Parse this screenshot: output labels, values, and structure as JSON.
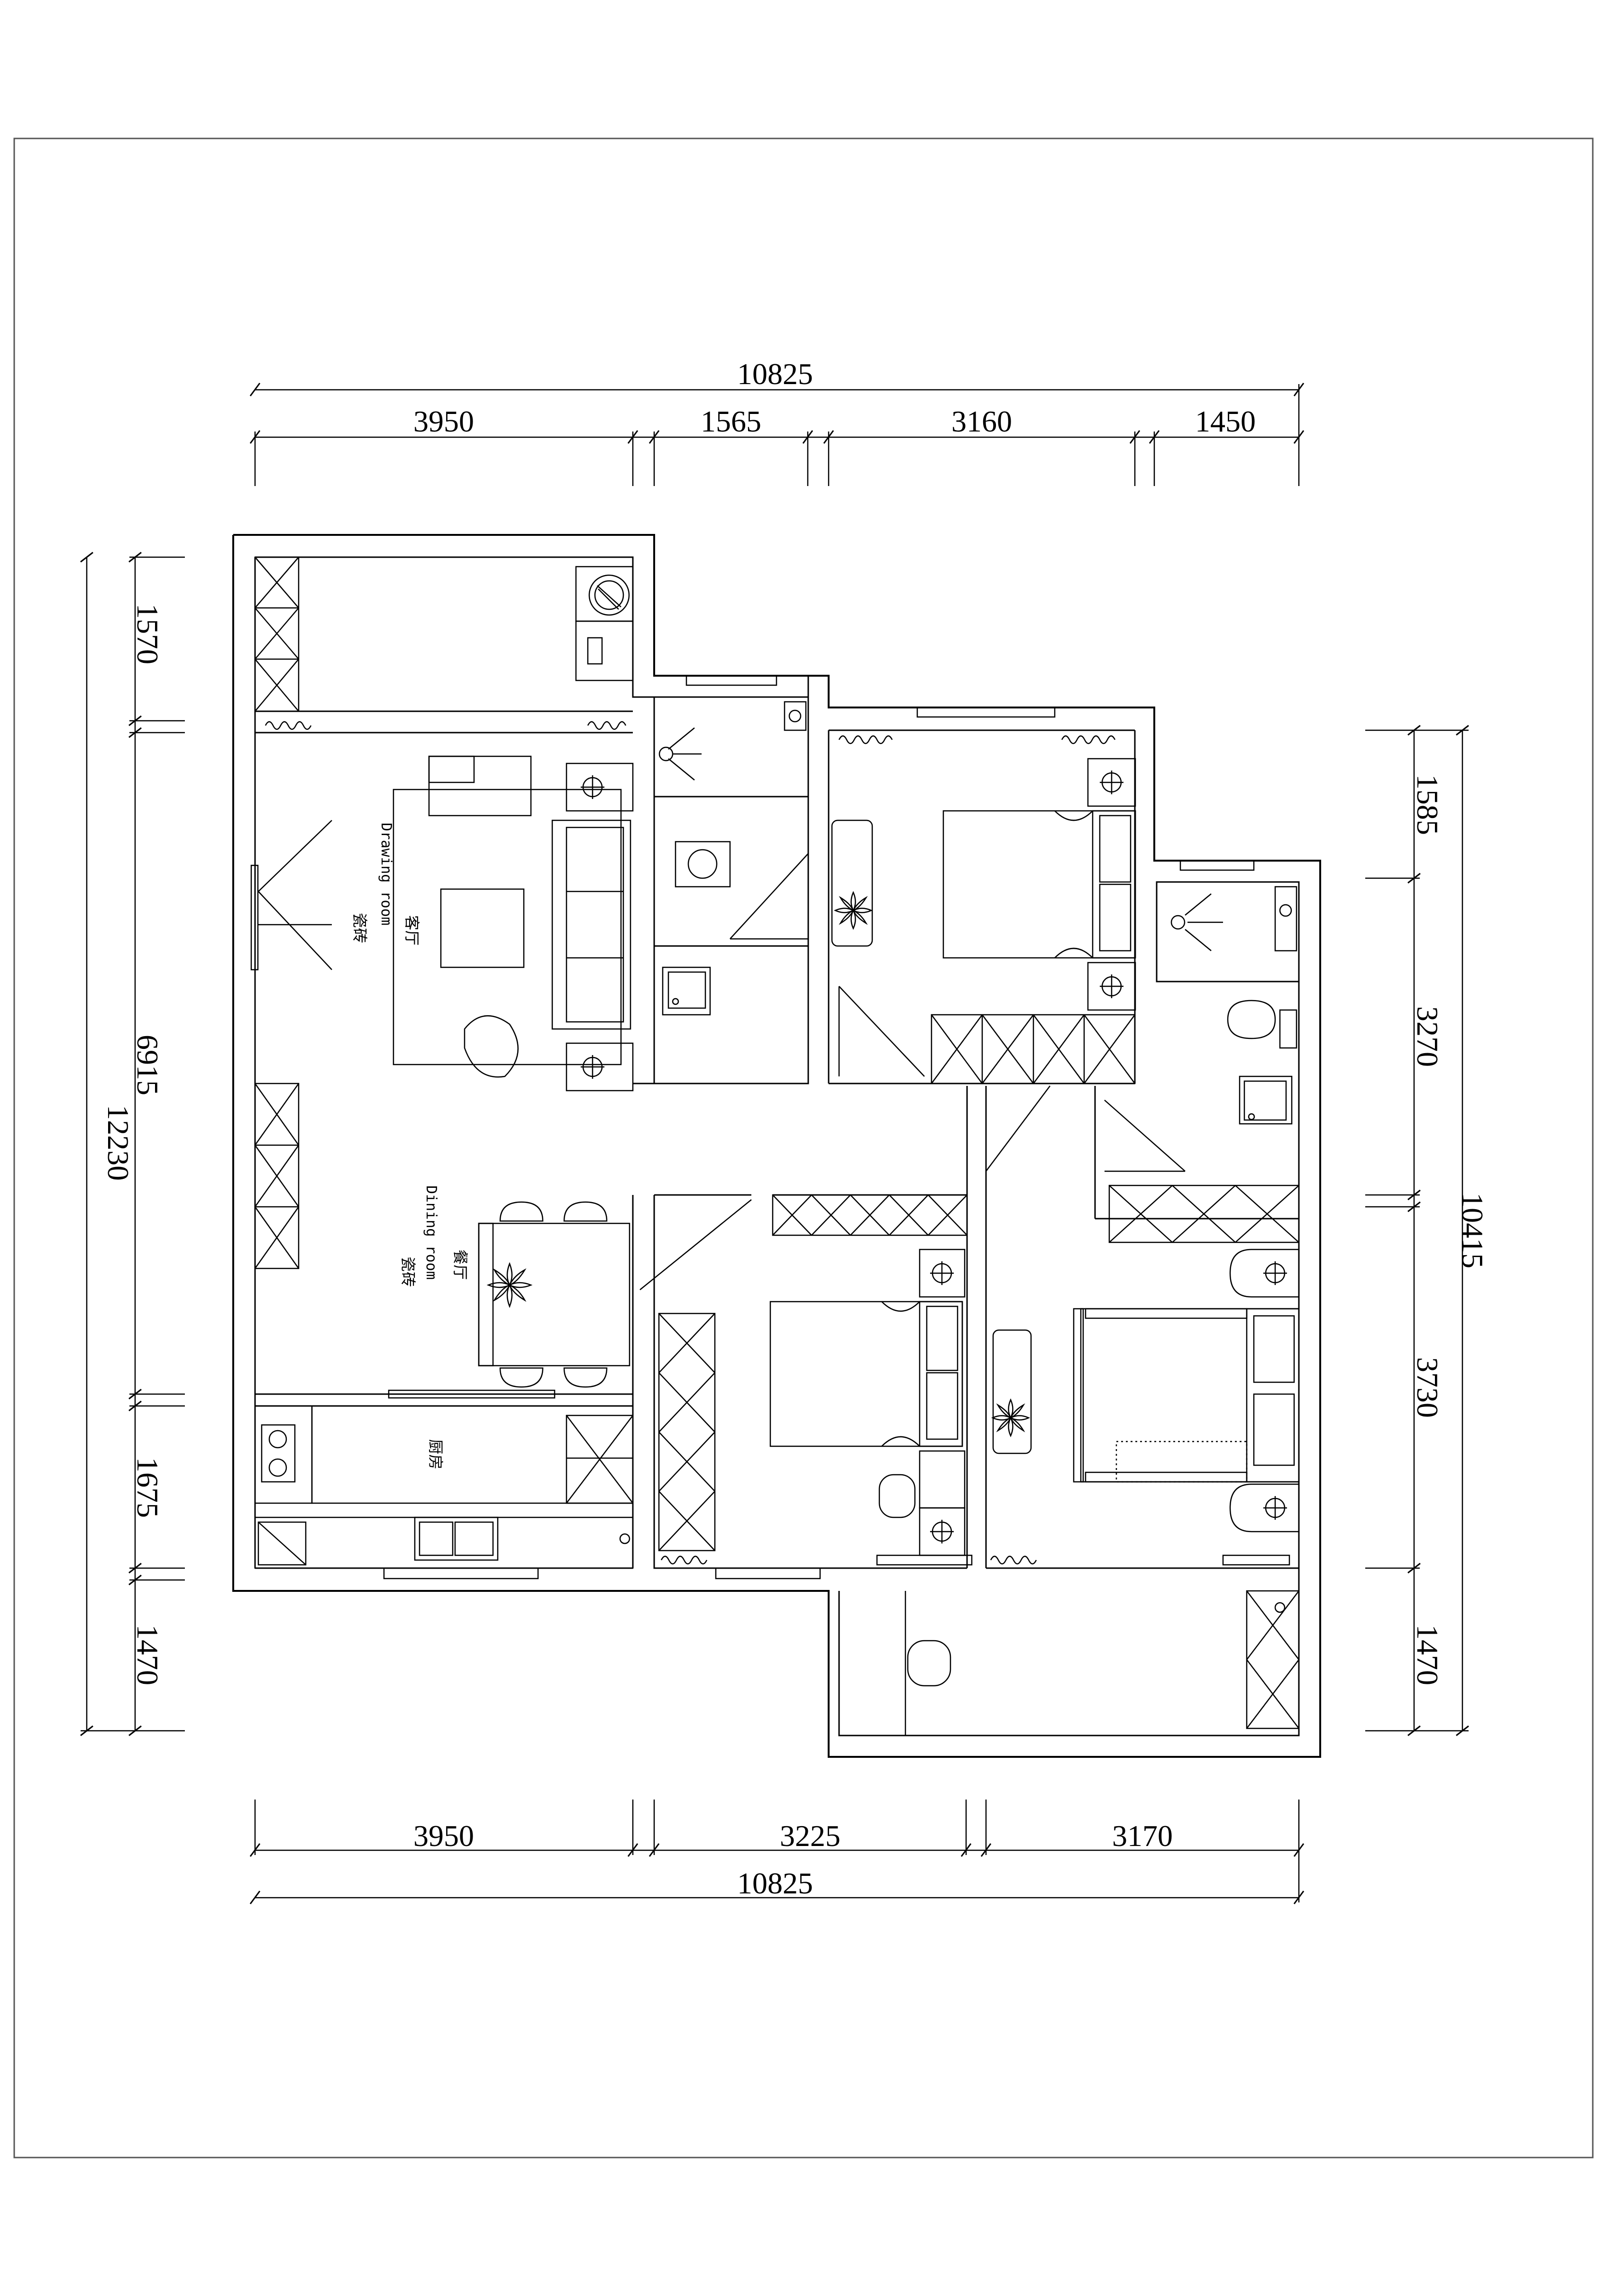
{
  "dimensions": {
    "top_total": "10825",
    "top_segments": [
      "3950",
      "1565",
      "3160",
      "1450"
    ],
    "bottom_segments": [
      "3950",
      "3225",
      "3170"
    ],
    "bottom_total": "10825",
    "left_total": "12230",
    "left_segments": [
      "1570",
      "6915",
      "1675",
      "1470"
    ],
    "right_total": "10415",
    "right_segments": [
      "1585",
      "3270",
      "3730",
      "1470"
    ]
  },
  "rooms": {
    "living": {
      "name_cn": "客厅",
      "name_en": "Drawing room",
      "floor": "瓷砖"
    },
    "dining": {
      "name_cn": "餐厅",
      "name_en": "Dining room",
      "floor": "瓷砖"
    },
    "kitchen": {
      "name_cn": "厨房"
    }
  }
}
